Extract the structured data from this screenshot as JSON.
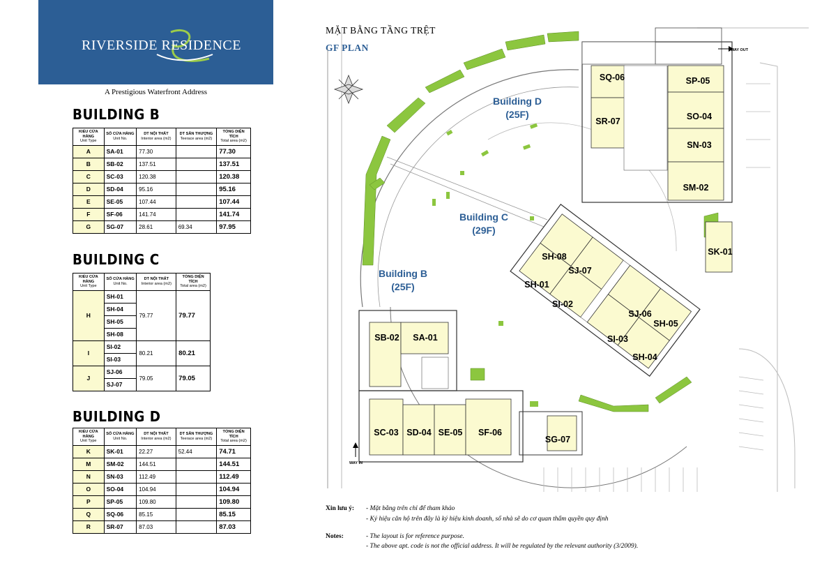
{
  "header": {
    "logo_text": "RIVERSIDE RESIDENCE",
    "tagline": "A Prestigious Waterfront Address",
    "brand_color": "#2c5e95"
  },
  "columns": {
    "type": "KIỂU CỬA HÀNG",
    "type_en": "Unit Type",
    "unit": "SỐ CỬA HÀNG",
    "unit_en": "Unit No.",
    "interior": "DT NỘI THẤT",
    "interior_en": "Interior area (m2)",
    "terrace": "DT SÂN THƯỢNG",
    "terrace_en": "Teerace area (m2)",
    "total": "TỔNG DIỆN TÍCH",
    "total_en": "Total area (m2)"
  },
  "building_b": {
    "title": "BUILDING B",
    "rows": [
      {
        "type": "A",
        "unit": "SA-01",
        "interior": "77.30",
        "terrace": "",
        "total": "77.30"
      },
      {
        "type": "B",
        "unit": "SB-02",
        "interior": "137.51",
        "terrace": "",
        "total": "137.51"
      },
      {
        "type": "C",
        "unit": "SC-03",
        "interior": "120.38",
        "terrace": "",
        "total": "120.38"
      },
      {
        "type": "D",
        "unit": "SD-04",
        "interior": "95.16",
        "terrace": "",
        "total": "95.16"
      },
      {
        "type": "E",
        "unit": "SE-05",
        "interior": "107.44",
        "terrace": "",
        "total": "107.44"
      },
      {
        "type": "F",
        "unit": "SF-06",
        "interior": "141.74",
        "terrace": "",
        "total": "141.74"
      },
      {
        "type": "G",
        "unit": "SG-07",
        "interior": "28.61",
        "terrace": "69.34",
        "total": "97.95"
      }
    ]
  },
  "building_c": {
    "title": "BUILDING C",
    "groups": [
      {
        "type": "H",
        "units": [
          "SH-01",
          "SH-04",
          "SH-05",
          "SH-08"
        ],
        "interior": "79.77",
        "total": "79.77"
      },
      {
        "type": "I",
        "units": [
          "SI-02",
          "SI-03"
        ],
        "interior": "80.21",
        "total": "80.21"
      },
      {
        "type": "J",
        "units": [
          "SJ-06",
          "SJ-07"
        ],
        "interior": "79.05",
        "total": "79.05"
      }
    ]
  },
  "building_d": {
    "title": "BUILDING D",
    "rows": [
      {
        "type": "K",
        "unit": "SK-01",
        "interior": "22.27",
        "terrace": "52.44",
        "total": "74.71"
      },
      {
        "type": "M",
        "unit": "SM-02",
        "interior": "144.51",
        "terrace": "",
        "total": "144.51"
      },
      {
        "type": "N",
        "unit": "SN-03",
        "interior": "112.49",
        "terrace": "",
        "total": "112.49"
      },
      {
        "type": "O",
        "unit": "SO-04",
        "interior": "104.94",
        "terrace": "",
        "total": "104.94"
      },
      {
        "type": "P",
        "unit": "SP-05",
        "interior": "109.80",
        "terrace": "",
        "total": "109.80"
      },
      {
        "type": "Q",
        "unit": "SQ-06",
        "interior": "85.15",
        "terrace": "",
        "total": "85.15"
      },
      {
        "type": "R",
        "unit": "SR-07",
        "interior": "87.03",
        "terrace": "",
        "total": "87.03"
      }
    ]
  },
  "plan": {
    "title": "MẶT BẰNG TẦNG TRỆT",
    "subtitle": "GF PLAN",
    "building_d_label": "Building D",
    "building_d_floors": "(25F)",
    "building_c_label": "Building C",
    "building_c_floors": "(29F)",
    "building_b_label": "Building B",
    "building_b_floors": "(25F)",
    "way_out": "WAY OUT",
    "way_in": "WAY IN",
    "units": {
      "sq06": "SQ-06",
      "sp05": "SP-05",
      "sr07": "SR-07",
      "so04": "SO-04",
      "sn03": "SN-03",
      "sm02": "SM-02",
      "sk01": "SK-01",
      "sh08": "SH-08",
      "sj07": "SJ-07",
      "sh01": "SH-01",
      "si02": "SI-02",
      "sj06": "SJ-06",
      "sh05": "SH-05",
      "si03": "SI-03",
      "sh04": "SH-04",
      "sb02": "SB-02",
      "sa01": "SA-01",
      "sc03": "SC-03",
      "sd04": "SD-04",
      "se05": "SE-05",
      "sf06": "SF-06",
      "sg07": "SG-07"
    },
    "colors": {
      "unit_fill": "#fbfad0",
      "green": "#8cc63f",
      "label_blue": "#2c5e95"
    }
  },
  "notes": {
    "vi_label": "Xin lưu ý:",
    "vi_1": "- Mặt bằng trên chỉ để tham khảo",
    "vi_2": "- Ký hiệu căn hộ trên đây là ký hiệu kinh doanh, số nhà sẽ do cơ quan thẩm quyền quy định",
    "en_label": "Notes:",
    "en_1": "- The layout is for reference purpose.",
    "en_2": "- The above apt. code is not the official address. It will be regulated by the relevant authority (3/2009)."
  }
}
